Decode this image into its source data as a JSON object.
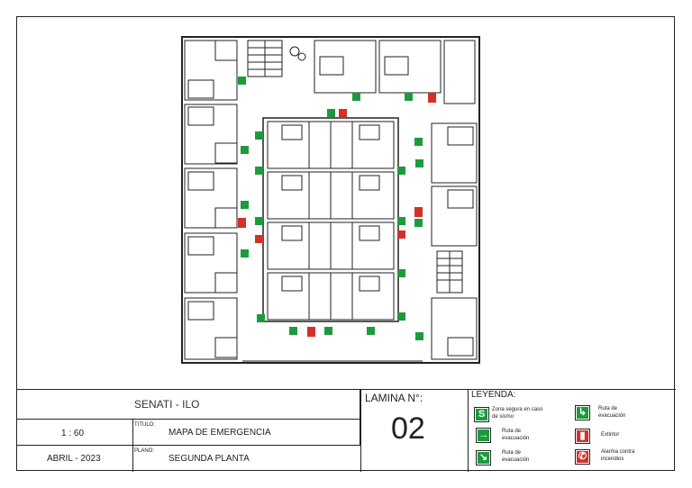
{
  "title_block": {
    "institution": "SENATI - ILO",
    "scale": "1 : 60",
    "date": "ABRIL - 2023",
    "titulo_label": "TITULO:",
    "titulo_value": "MAPA DE EMERGENCIA",
    "plano_label": "PLANO:",
    "plano_value": "SEGUNDA PLANTA",
    "lamina_label": "LAMINA N°:",
    "lamina_number": "02"
  },
  "legend": {
    "heading": "LEYENDA:",
    "items": [
      {
        "symbol": "S",
        "icon": "safe-zone-s",
        "color": "#1e9a3e",
        "label_line1": "Zona segura en caso",
        "label_line2": "de sismo"
      },
      {
        "symbol": "↳",
        "icon": "evacuation-route-person-icon",
        "color": "#1e9a3e",
        "label_line1": "Ruta de",
        "label_line2": "evacuación"
      },
      {
        "symbol": "→",
        "icon": "arrow-right-icon",
        "color": "#1e9a3e",
        "label_line1": "Ruta de",
        "label_line2": "evacuación"
      },
      {
        "symbol": "▮",
        "icon": "fire-extinguisher-icon",
        "color": "#d3302a",
        "label_line1": "Extintor",
        "label_line2": ""
      },
      {
        "symbol": "↘",
        "icon": "arrow-diagonal-icon",
        "color": "#1e9a3e",
        "label_line1": "Ruta de",
        "label_line2": "evacuación"
      },
      {
        "symbol": "✆",
        "icon": "fire-alarm-icon",
        "color": "#d3302a",
        "label_line1": "Alarma contra",
        "label_line2": "incendios"
      }
    ]
  },
  "colors": {
    "evacuation": "#1e9a3e",
    "fire": "#d3302a",
    "line": "#222222"
  }
}
